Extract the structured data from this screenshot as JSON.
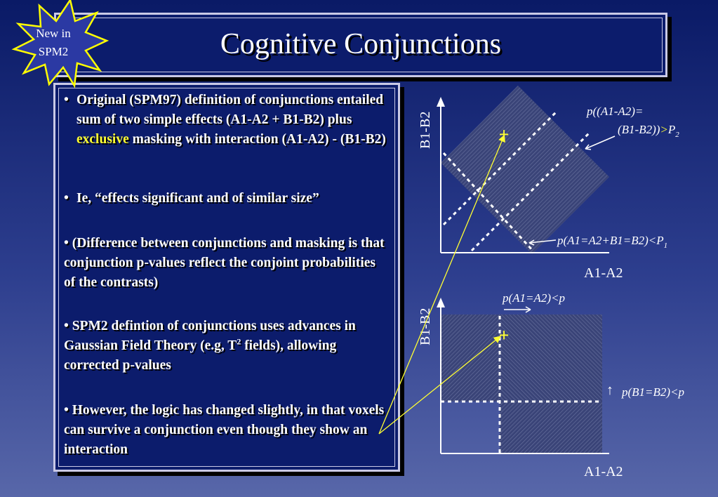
{
  "badge": {
    "line1": "New in",
    "line2": "SPM2"
  },
  "title": "Cognitive Conjunctions",
  "bullets": {
    "b1_pre": "Original (SPM97) definition of conjunctions entailed sum of two simple effects (A1-A2 + B1-B2) plus ",
    "b1_hl": "exclusive",
    "b1_post": " masking with interaction (A1-A2) - (B1-B2)",
    "b2": "Ie, “effects significant and of similar size”",
    "b3": "(Difference between conjunctions and masking is that conjunction p-values reflect the conjoint probabilities of the contrasts)",
    "b4_pre": "SPM2 defintion of conjunctions uses advances in Gaussian Field Theory (e.g, T",
    "b4_sup": "2",
    "b4_post": " fields), allowing corrected p-values",
    "b5": "However, the logic has changed slightly, in that voxels can survive a conjunction even though they show an interaction"
  },
  "diagram_top": {
    "ylabel": "B1-B2",
    "xlabel": "A1-A2",
    "label_a_line1": "p((A1-A2)=",
    "label_a_line2": "(B1-B2))",
    "label_a_gt": ">",
    "label_a_p": "P",
    "label_a_sub": "2",
    "label_b": "p(A1=A2+B1=B2)<P",
    "label_b_sub": "1",
    "plus": "+"
  },
  "diagram_bottom": {
    "ylabel": "B1-B2",
    "xlabel": "A1-A2",
    "label_x": "p(A1=A2)<p",
    "label_y": "p(B1=B2)<p",
    "arrow_up": "↑",
    "plus": "+"
  },
  "colors": {
    "highlight": "#ffff33",
    "badge_fill": "#2b39a3",
    "badge_stroke": "#ffff00",
    "arrow": "#ffff33"
  }
}
